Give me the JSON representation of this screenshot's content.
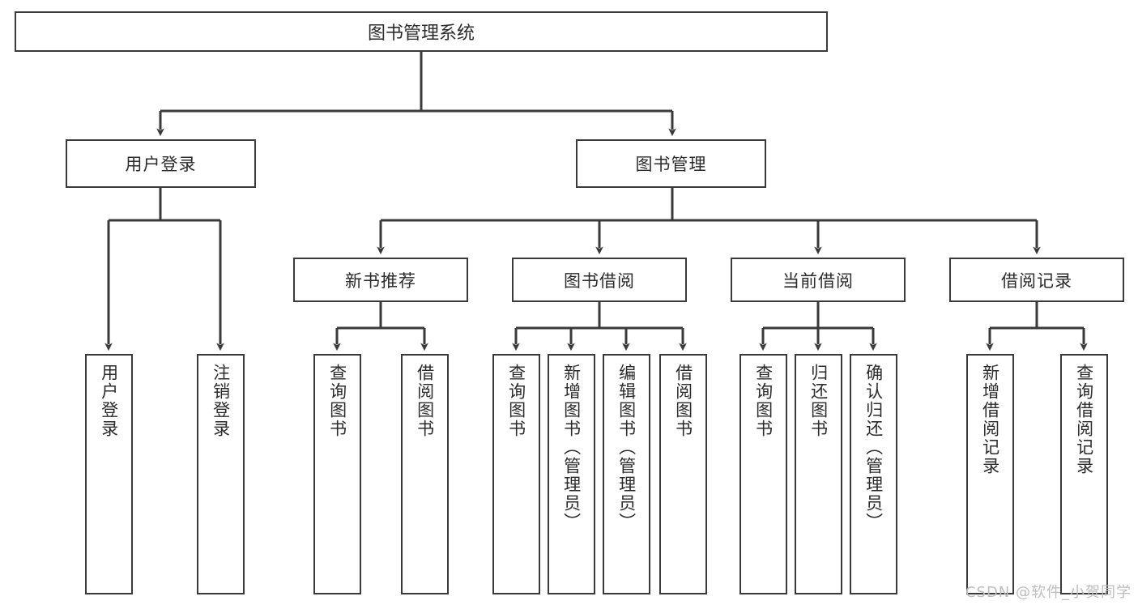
{
  "diagram": {
    "title": "图书管理系统",
    "type": "tree",
    "watermark": "CSDN @软件_小贺同学",
    "colors": {
      "box_border": "#3a3a3a",
      "box_fill": "#ffffff",
      "text": "#2b2b2b",
      "line": "#3a3a3a",
      "watermark": "#bdbdbd"
    },
    "nodes": {
      "root": {
        "label": "图书管理系统"
      },
      "level2": [
        {
          "id": "user-login",
          "label": "用户登录"
        },
        {
          "id": "book-manage",
          "label": "图书管理"
        }
      ],
      "level3": [
        {
          "id": "new-book-rec",
          "label": "新书推荐"
        },
        {
          "id": "book-borrow",
          "label": "图书借阅"
        },
        {
          "id": "current-borrow",
          "label": "当前借阅"
        },
        {
          "id": "borrow-record",
          "label": "借阅记录"
        }
      ],
      "leaves": {
        "user-login": [
          {
            "id": "leaf-user-login",
            "label": "用户登录"
          },
          {
            "id": "leaf-logout-login",
            "label": "注销登录"
          }
        ],
        "new-book-rec": [
          {
            "id": "leaf-query-book-1",
            "label": "查询图书"
          },
          {
            "id": "leaf-borrow-book-1",
            "label": "借阅图书"
          }
        ],
        "book-borrow": [
          {
            "id": "leaf-query-book-2",
            "label": "查询图书"
          },
          {
            "id": "leaf-add-book-admin",
            "label": "新增图书（管理员）"
          },
          {
            "id": "leaf-edit-book-admin",
            "label": "编辑图书（管理员）"
          },
          {
            "id": "leaf-borrow-book-2",
            "label": "借阅图书"
          }
        ],
        "current-borrow": [
          {
            "id": "leaf-query-book-3",
            "label": "查询图书"
          },
          {
            "id": "leaf-return-book",
            "label": "归还图书"
          },
          {
            "id": "leaf-confirm-return-admin",
            "label": "确认归还（管理员）"
          }
        ],
        "borrow-record": [
          {
            "id": "leaf-add-borrow-record",
            "label": "新增借阅记录"
          },
          {
            "id": "leaf-query-borrow-record",
            "label": "查询借阅记录"
          }
        ]
      }
    }
  }
}
